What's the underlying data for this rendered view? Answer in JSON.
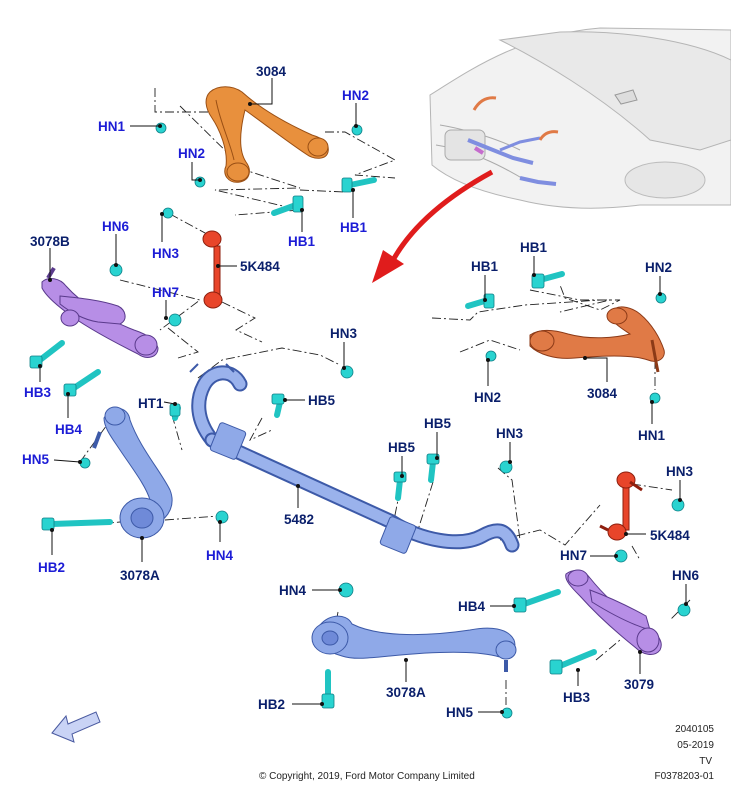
{
  "labels": {
    "p3084_top": "3084",
    "hn1_tl": "HN1",
    "hn2_tl_a": "HN2",
    "hn2_tl_b": "HN2",
    "hb1_tl_a": "HB1",
    "hb1_tl_b": "HB1",
    "hn6_l": "HN6",
    "p3078b": "3078B",
    "hn3_tl": "HN3",
    "p5k484_l": "5K484",
    "hn7_l": "HN7",
    "hb3_l": "HB3",
    "hb4_l": "HB4",
    "ht1": "HT1",
    "hb5_a": "HB5",
    "hn3_c": "HN3",
    "hn5_l": "HN5",
    "hb2_l": "HB2",
    "p3078a_l": "3078A",
    "hn4_l": "HN4",
    "p5482": "5482",
    "hb5_b": "HB5",
    "hb5_c": "HB5",
    "hn3_d": "HN3",
    "hb1_r_a": "HB1",
    "hb1_r_b": "HB1",
    "hn2_r_a": "HN2",
    "hn2_r_b": "HN2",
    "p3084_r": "3084",
    "hn1_r": "HN1",
    "hn3_r": "HN3",
    "p5k484_r": "5K484",
    "hn7_r": "HN7",
    "hb4_r": "HB4",
    "hn6_r": "HN6",
    "hn4_b": "HN4",
    "hb2_b": "HB2",
    "p3078a_b": "3078A",
    "hn5_b": "HN5",
    "hb3_r": "HB3",
    "p3079": "3079"
  },
  "footer": {
    "code": "2040105",
    "date": "05-2019",
    "tv": "TV",
    "ref": "F0378203-01",
    "copyright": "© Copyright, 2019, Ford Motor Company Limited"
  },
  "colors": {
    "label": "#1c1cd6",
    "upper_arm": "#e8903d",
    "stabilizer_link": "#e8452a",
    "lower_arm_rear": "#b78ee6",
    "lower_arm_front": "#8fa9e8",
    "fastener": "#29d3d0"
  }
}
